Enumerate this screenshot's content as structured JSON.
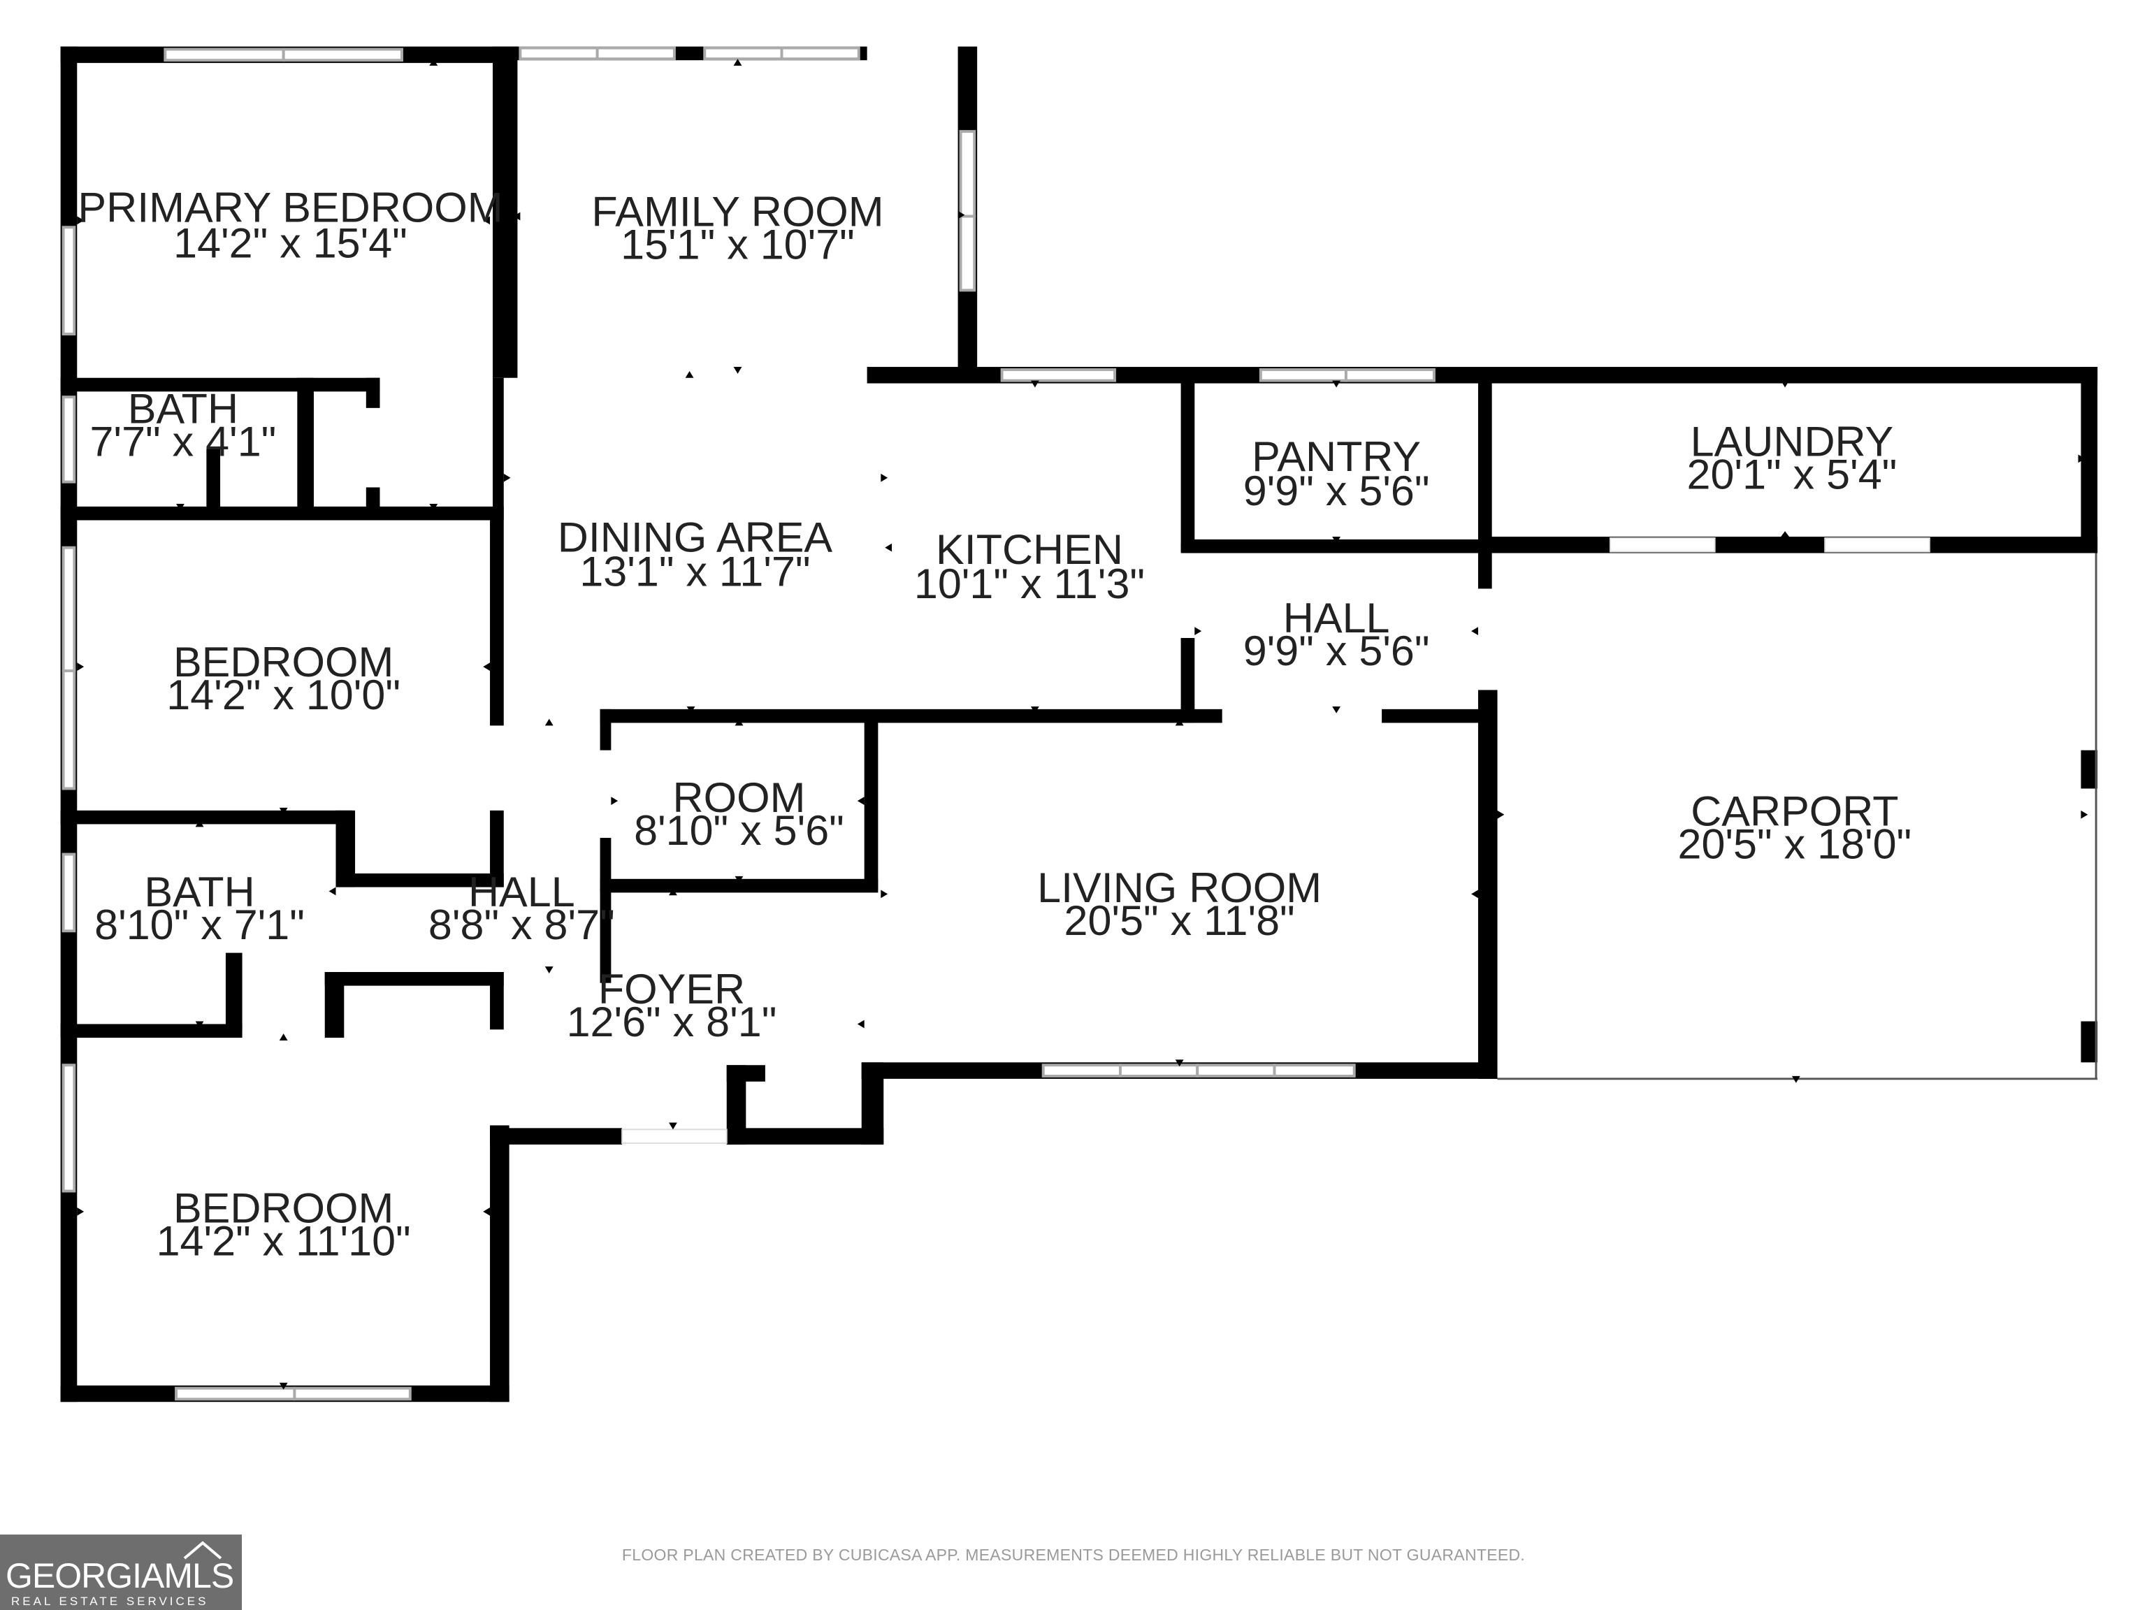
{
  "rooms": {
    "primary_bedroom": {
      "name": "PRIMARY BEDROOM",
      "size": "14'2\" x 15'4\""
    },
    "family_room": {
      "name": "FAMILY ROOM",
      "size": "15'1\" x 10'7\""
    },
    "bath_1": {
      "name": "BATH",
      "size": "7'7\" x 4'1\""
    },
    "dining_area": {
      "name": "DINING AREA",
      "size": "13'1\" x 11'7\""
    },
    "kitchen": {
      "name": "KITCHEN",
      "size": "10'1\" x 11'3\""
    },
    "pantry": {
      "name": "PANTRY",
      "size": "9'9\" x 5'6\""
    },
    "laundry": {
      "name": "LAUNDRY",
      "size": "20'1\" x 5'4\""
    },
    "hall_kitchen": {
      "name": "HALL",
      "size": "9'9\" x 5'6\""
    },
    "bedroom_1": {
      "name": "BEDROOM",
      "size": "14'2\" x 10'0\""
    },
    "room": {
      "name": "ROOM",
      "size": "8'10\" x 5'6\""
    },
    "carport": {
      "name": "CARPORT",
      "size": "20'5\" x 18'0\""
    },
    "bath_2": {
      "name": "BATH",
      "size": "8'10\" x 7'1\""
    },
    "hall_main": {
      "name": "HALL",
      "size": "8'8\" x 8'7\""
    },
    "living_room": {
      "name": "LIVING ROOM",
      "size": "20'5\" x 11'8\""
    },
    "foyer": {
      "name": "FOYER",
      "size": "12'6\" x 8'1\""
    },
    "bedroom_2": {
      "name": "BEDROOM",
      "size": "14'2\" x 11'10\""
    }
  },
  "footer": {
    "note": "FLOOR PLAN CREATED BY CUBICASA APP. MEASUREMENTS DEEMED HIGHLY RELIABLE BUT NOT GUARANTEED."
  },
  "logo": {
    "brand": "GEORGIAMLS",
    "tagline": "REAL ESTATE SERVICES"
  }
}
